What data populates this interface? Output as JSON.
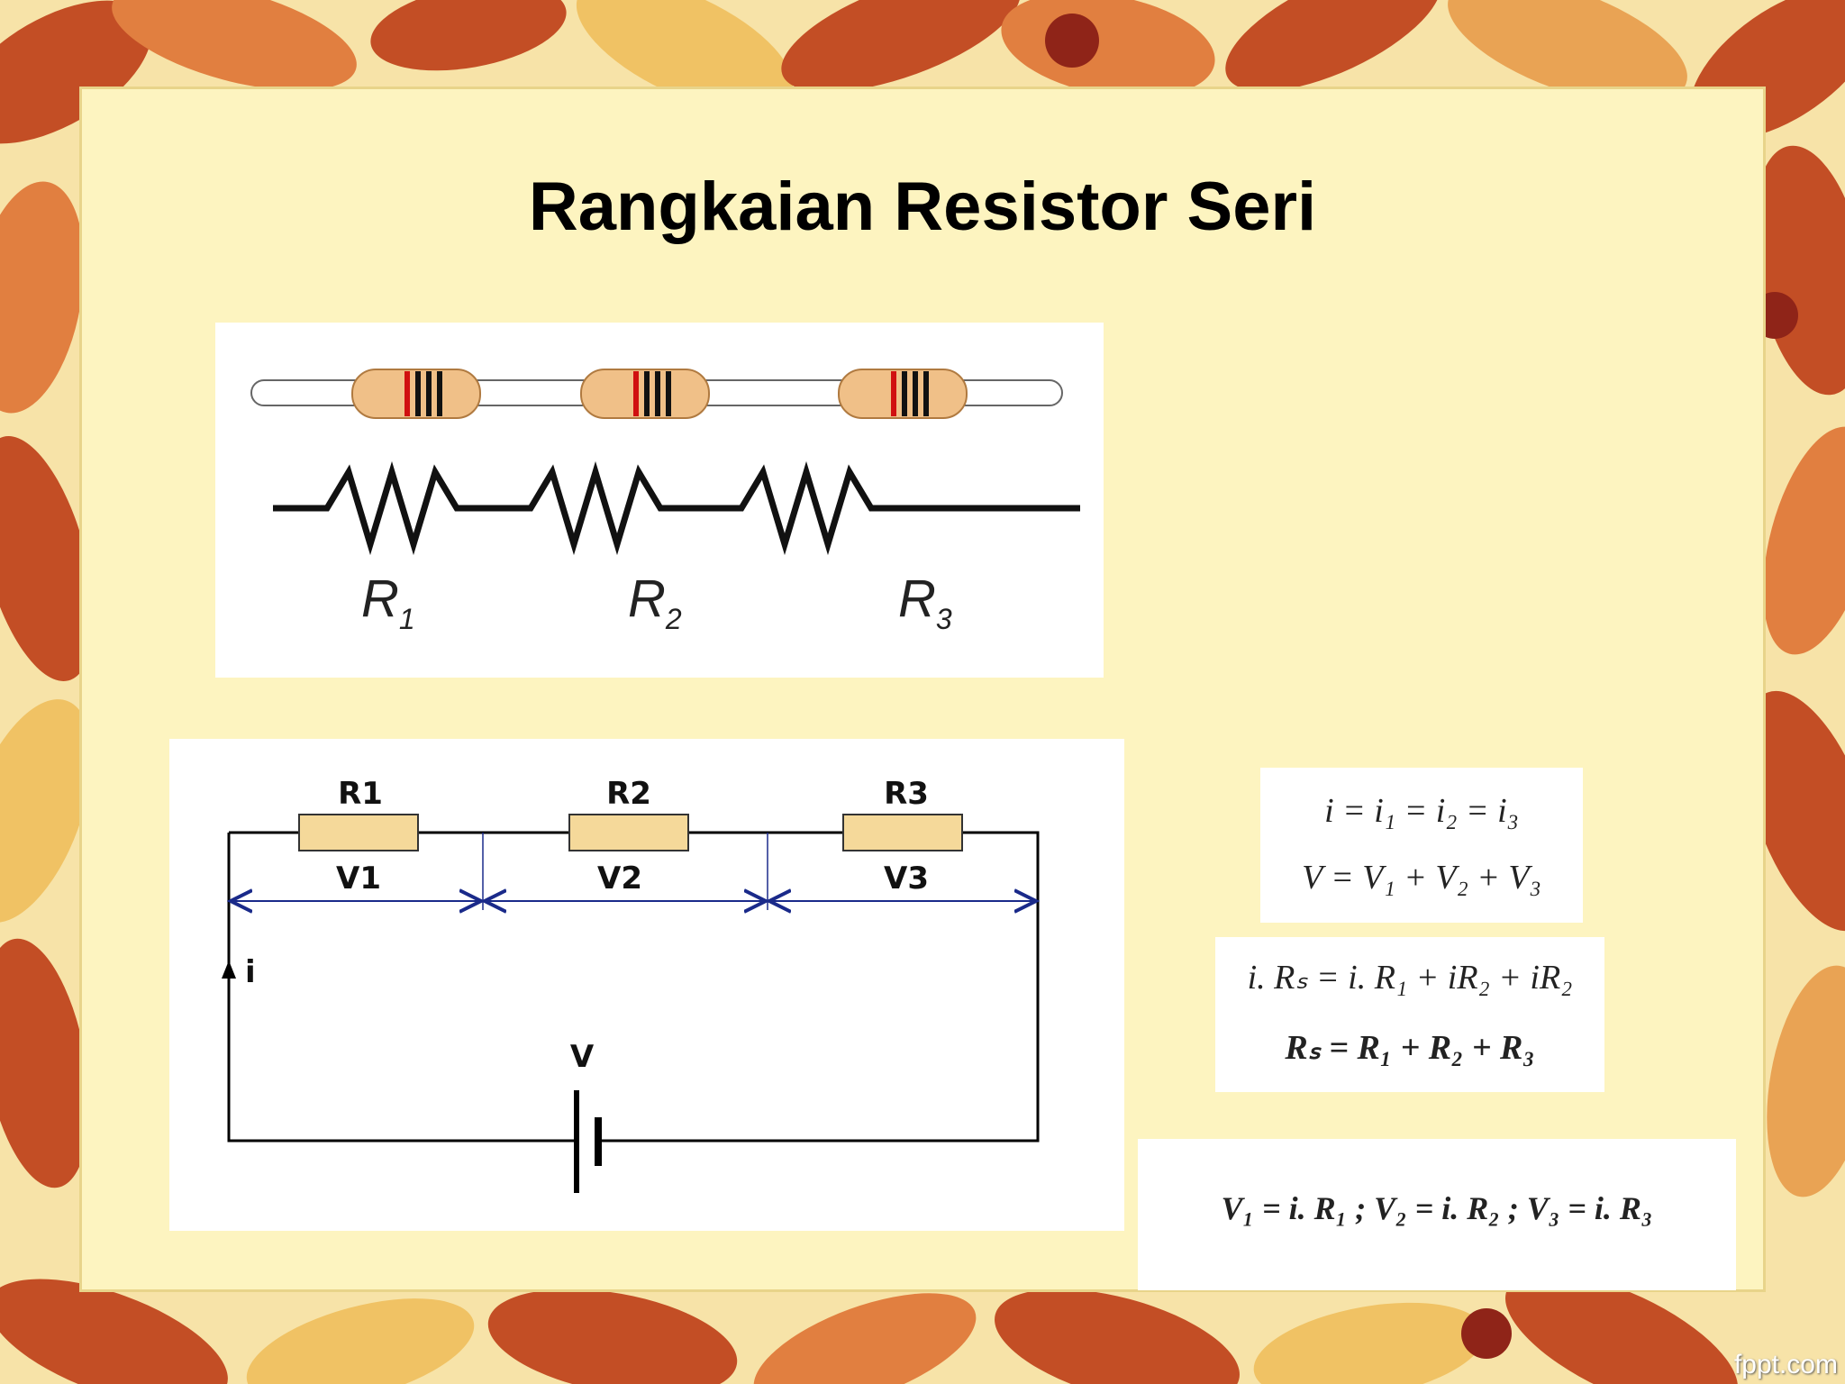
{
  "slide": {
    "title": "Rangkaian Resistor Seri",
    "watermark": "fppt.com"
  },
  "resistor_figure": {
    "labels": [
      {
        "letter": "R",
        "subscript": "1"
      },
      {
        "letter": "R",
        "subscript": "2"
      },
      {
        "letter": "R",
        "subscript": "3"
      }
    ]
  },
  "circuit": {
    "resistor_labels": [
      "R1",
      "R2",
      "R3"
    ],
    "voltage_labels": [
      "V1",
      "V2",
      "V3"
    ],
    "current_label": "i",
    "source_label": "V"
  },
  "equations": {
    "current": "i = i₁ = i₂ = i₃",
    "voltage": "V = V₁ + V₂ + V₃",
    "expanded": "i. Rₛ = i. R₁ + iR₂ + iR₂",
    "total_resistance": "Rₛ = R₁ + R₂ + R₃",
    "individual": "V₁ = i. R₁ ; V₂ = i. R₂ ; V₃ = i. R₃"
  },
  "colors": {
    "background": "#f7e3a8",
    "panel": "#fdf4c0",
    "leaf_dark": "#c0461e",
    "leaf_orange": "#e07a3a",
    "leaf_yellow": "#f0c060",
    "resistor_body": "#f5d99a",
    "wire": "#000000",
    "dimension": "#1a2a8a"
  }
}
